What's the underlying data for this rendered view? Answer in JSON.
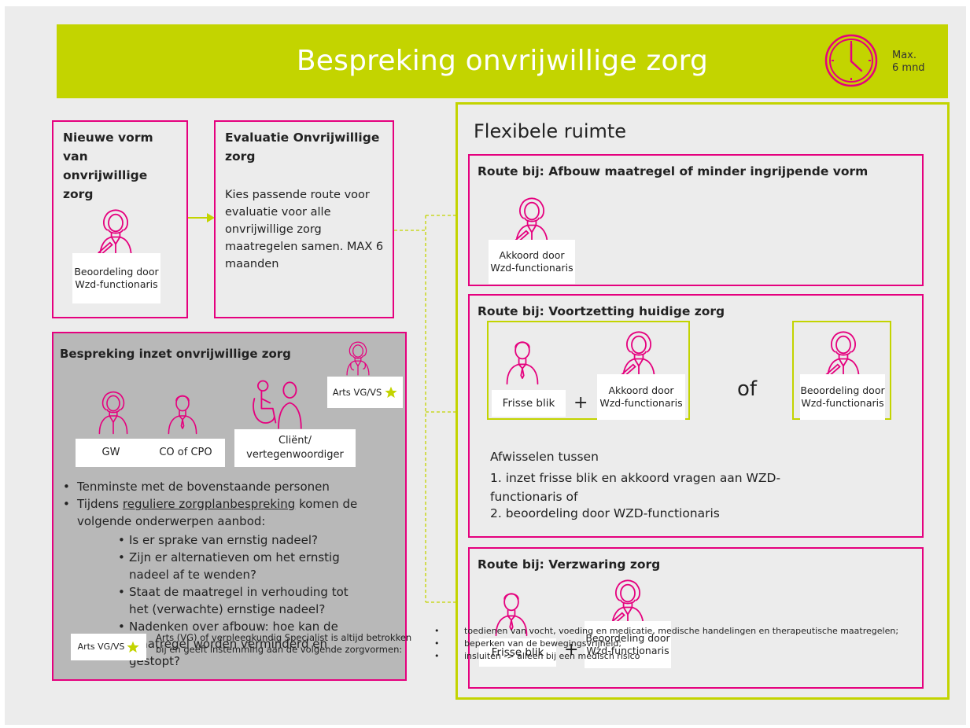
{
  "header": {
    "title": "Bespreking onvrijwillige zorg",
    "max_line1": "Max.",
    "max_line2": "6 mnd"
  },
  "colors": {
    "pink": "#e5007e",
    "lime": "#c3d400",
    "grey_box": "#b8b8b8",
    "background": "#ececec"
  },
  "new_form": {
    "title": "Nieuwe vorm van onvrijwillige zorg",
    "label": "Beoordeling door Wzd-functionaris",
    "icon": "woman-wzd-functionaris-icon"
  },
  "evaluation": {
    "title": "Evaluatie Onvrijwillige zorg",
    "body": "Kies passende route voor evaluatie voor alle onvrijwillige zorg maatregelen samen. MAX 6 maanden"
  },
  "meeting": {
    "title": "Bespreking inzet onvrijwillige zorg",
    "doctor_label": "Arts VG/VS",
    "persons": [
      {
        "label": "GW",
        "icon": "woman-icon"
      },
      {
        "label": "CO of CPO",
        "icon": "man-icon"
      },
      {
        "label": "Cliënt/ vertegenwoordiger",
        "icon": "client-wheelchair-icon"
      }
    ],
    "bullets": [
      "Tenminste met de bovenstaande personen",
      "onderwerpen aanbod:"
    ],
    "bullet2_pre": "Tijdens",
    "bullet2_link": "reguliere zorgplanbespreking",
    "bullet2_post": "komen de volgende onderwerpen aanbod:",
    "sub_bullets": [
      "Is er sprake van ernstig nadeel?",
      "Zijn er alternatieven om het ernstig nadeel af te wenden?",
      "Staat de maatregel in verhouding tot het (verwachte) ernstige nadeel?",
      "Nadenken over afbouw: hoe kan de maatregel worden verminderd en gestopt?"
    ]
  },
  "flex": {
    "title": "Flexibele ruimte",
    "route1": {
      "title": "Route bij: Afbouw maatregel of minder ingrijpende vorm",
      "label": "Akkoord door Wzd-functionaris"
    },
    "route2": {
      "title": "Route bij: Voortzetting huidige zorg",
      "label_fresh": "Frisse blik",
      "label_agree": "Akkoord door Wzd-functionaris",
      "plus": "+",
      "or": "of",
      "label_assess": "Beoordeling door Wzd-functionaris",
      "alternate_title": "Afwisselen tussen",
      "alternate_items": [
        "1.  inzet frisse blik en akkoord vragen aan WZD-functionaris  of",
        "2.  beoordeling door WZD-functionaris"
      ]
    },
    "route3": {
      "title": "Route bij: Verzwaring zorg",
      "label_fresh": "Frisse blik",
      "plus": "+",
      "label_assess": "Beoordeling door Wzd-functionaris"
    }
  },
  "footer": {
    "badge": "Arts VG/VS",
    "note": "Arts (VG) of verpleegkundig Specialist is altijd betrokken bij en geeft instemming aan de volgende zorgvormen:",
    "items": [
      "toedienen van vocht, voeding en medicatie, medische handelingen en therapeutische maatregelen;",
      "beperken van de bewegingsvrijheid;",
      "insluiten -> alleen bij een medisch risico"
    ]
  }
}
